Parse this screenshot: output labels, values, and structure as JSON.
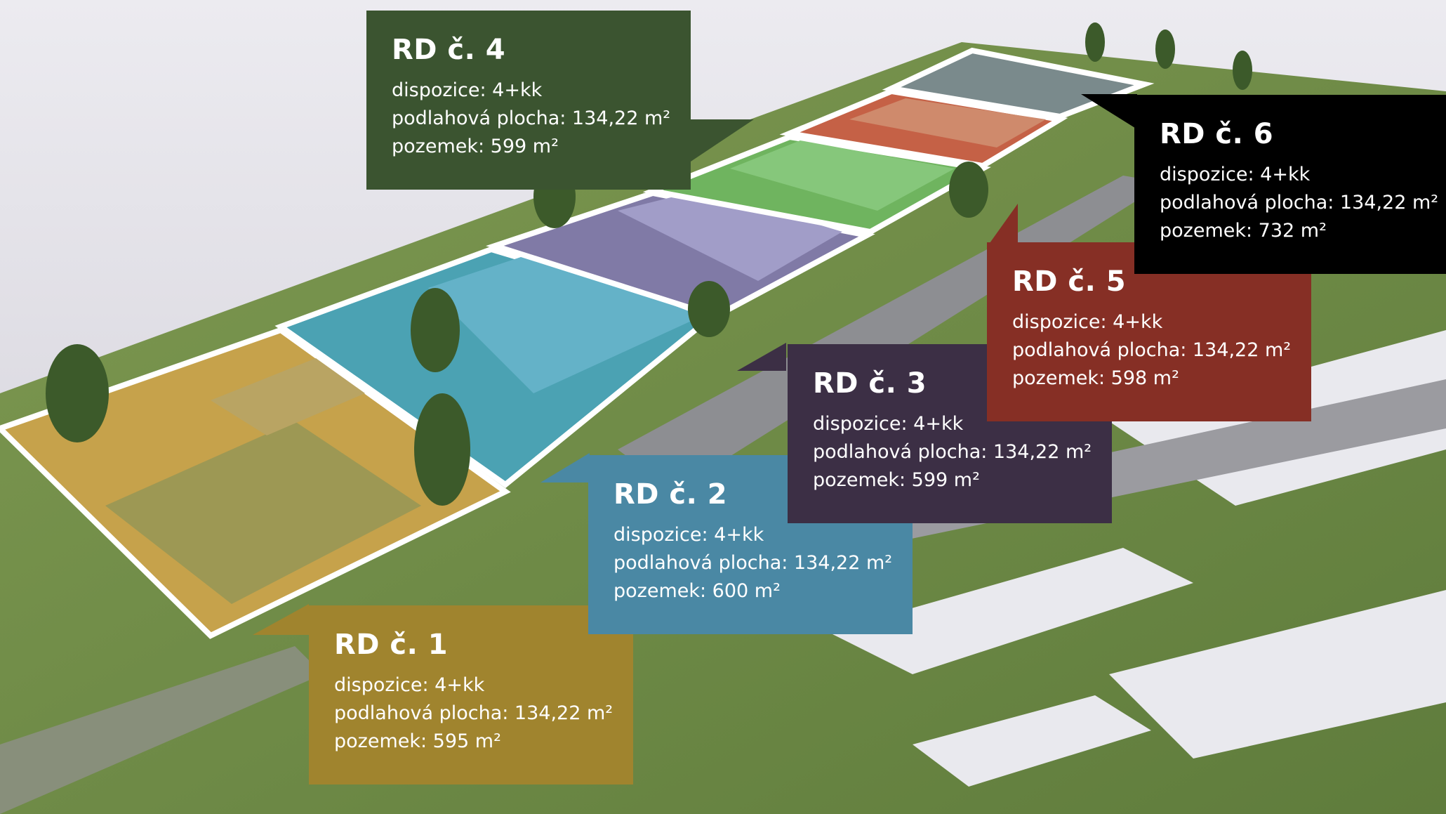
{
  "houses": [
    {
      "title": "RD č. 1",
      "dispozice": "dispozice: 4+kk",
      "plocha": "podlahová plocha: 134,22 m²",
      "pozemek": "pozemek: 595 m²",
      "color": "#a0842e"
    },
    {
      "title": "RD č. 2",
      "dispozice": "dispozice: 4+kk",
      "plocha": "podlahová plocha: 134,22 m²",
      "pozemek": "pozemek: 600 m²",
      "color": "#4a88a4"
    },
    {
      "title": "RD č. 3",
      "dispozice": "dispozice: 4+kk",
      "plocha": "podlahová plocha: 134,22 m²",
      "pozemek": "pozemek: 599 m²",
      "color": "#3c2f45"
    },
    {
      "title": "RD č. 4",
      "dispozice": "dispozice: 4+kk",
      "plocha": "podlahová plocha: 134,22 m²",
      "pozemek": "pozemek: 599 m²",
      "color": "#3b5430"
    },
    {
      "title": "RD č. 5",
      "dispozice": "dispozice: 4+kk",
      "plocha": "podlahová plocha: 134,22 m²",
      "pozemek": "pozemek: 598 m²",
      "color": "#862f25"
    },
    {
      "title": "RD č. 6",
      "dispozice": "dispozice: 4+kk",
      "plocha": "podlahová plocha: 134,22 m²",
      "pozemek": "pozemek: 732 m²",
      "color": "#000000"
    }
  ]
}
